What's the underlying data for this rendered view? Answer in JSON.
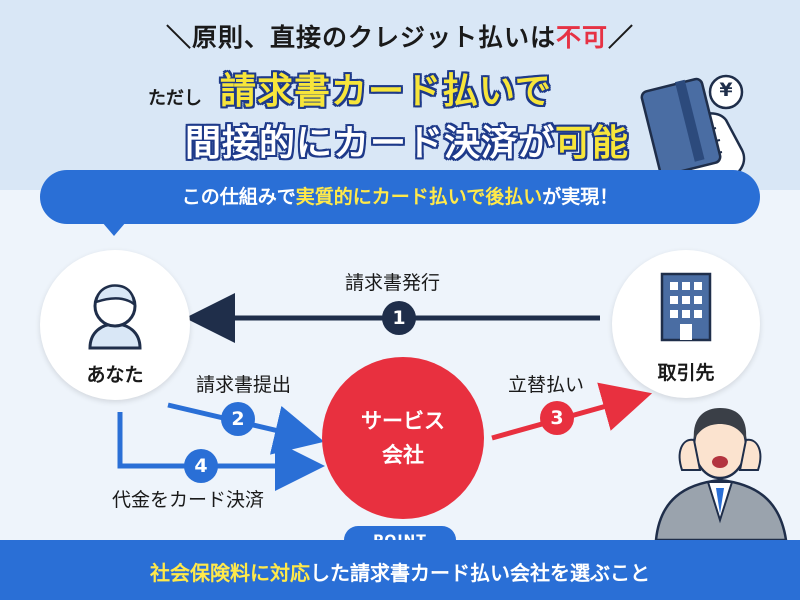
{
  "headline": {
    "line1_pre": "＼原則、直接のクレジット払いは",
    "line1_red": "不可",
    "line1_post": "／",
    "tadashi": "ただし",
    "line2": "請求書カード払いで",
    "line3_pre": "間接的にカード決済が",
    "line3_yellow": "可能"
  },
  "banner": {
    "pre": "この仕組みで",
    "highlight1": "実質的にカード払いで後払い",
    "post": "が実現！"
  },
  "nodes": {
    "you": "あなた",
    "shop": "取引先",
    "service_line1": "サービス",
    "service_line2": "会社"
  },
  "flows": {
    "step1_label": "請求書発行",
    "step2_label": "請求書提出",
    "step3_label": "立替払い",
    "step4_label": "代金をカード決済",
    "num1": "1",
    "num2": "2",
    "num3": "3",
    "num4": "4"
  },
  "point": {
    "tab": "POINT",
    "text_pre": "社会保険料に対応",
    "text_post": "した請求書カード払い会社を選ぶこと"
  },
  "icons": {
    "yen": "¥"
  },
  "colors": {
    "primary_blue": "#2a6fd6",
    "accent_red": "#e8303f",
    "navy": "#1f2e4a",
    "highlight_yellow": "#ffe94a"
  }
}
